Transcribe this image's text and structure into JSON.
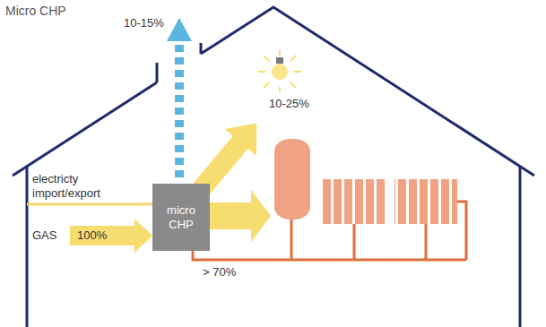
{
  "diagram": {
    "title": "Micro CHP",
    "nodes": [
      {
        "text": [
          "micro CHP"
        ]
      }
    ],
    "labels": [
      "10-15%",
      "10-25%",
      "electricty import/export",
      "GAS",
      "100%",
      "> 70%"
    ]
  }
}
